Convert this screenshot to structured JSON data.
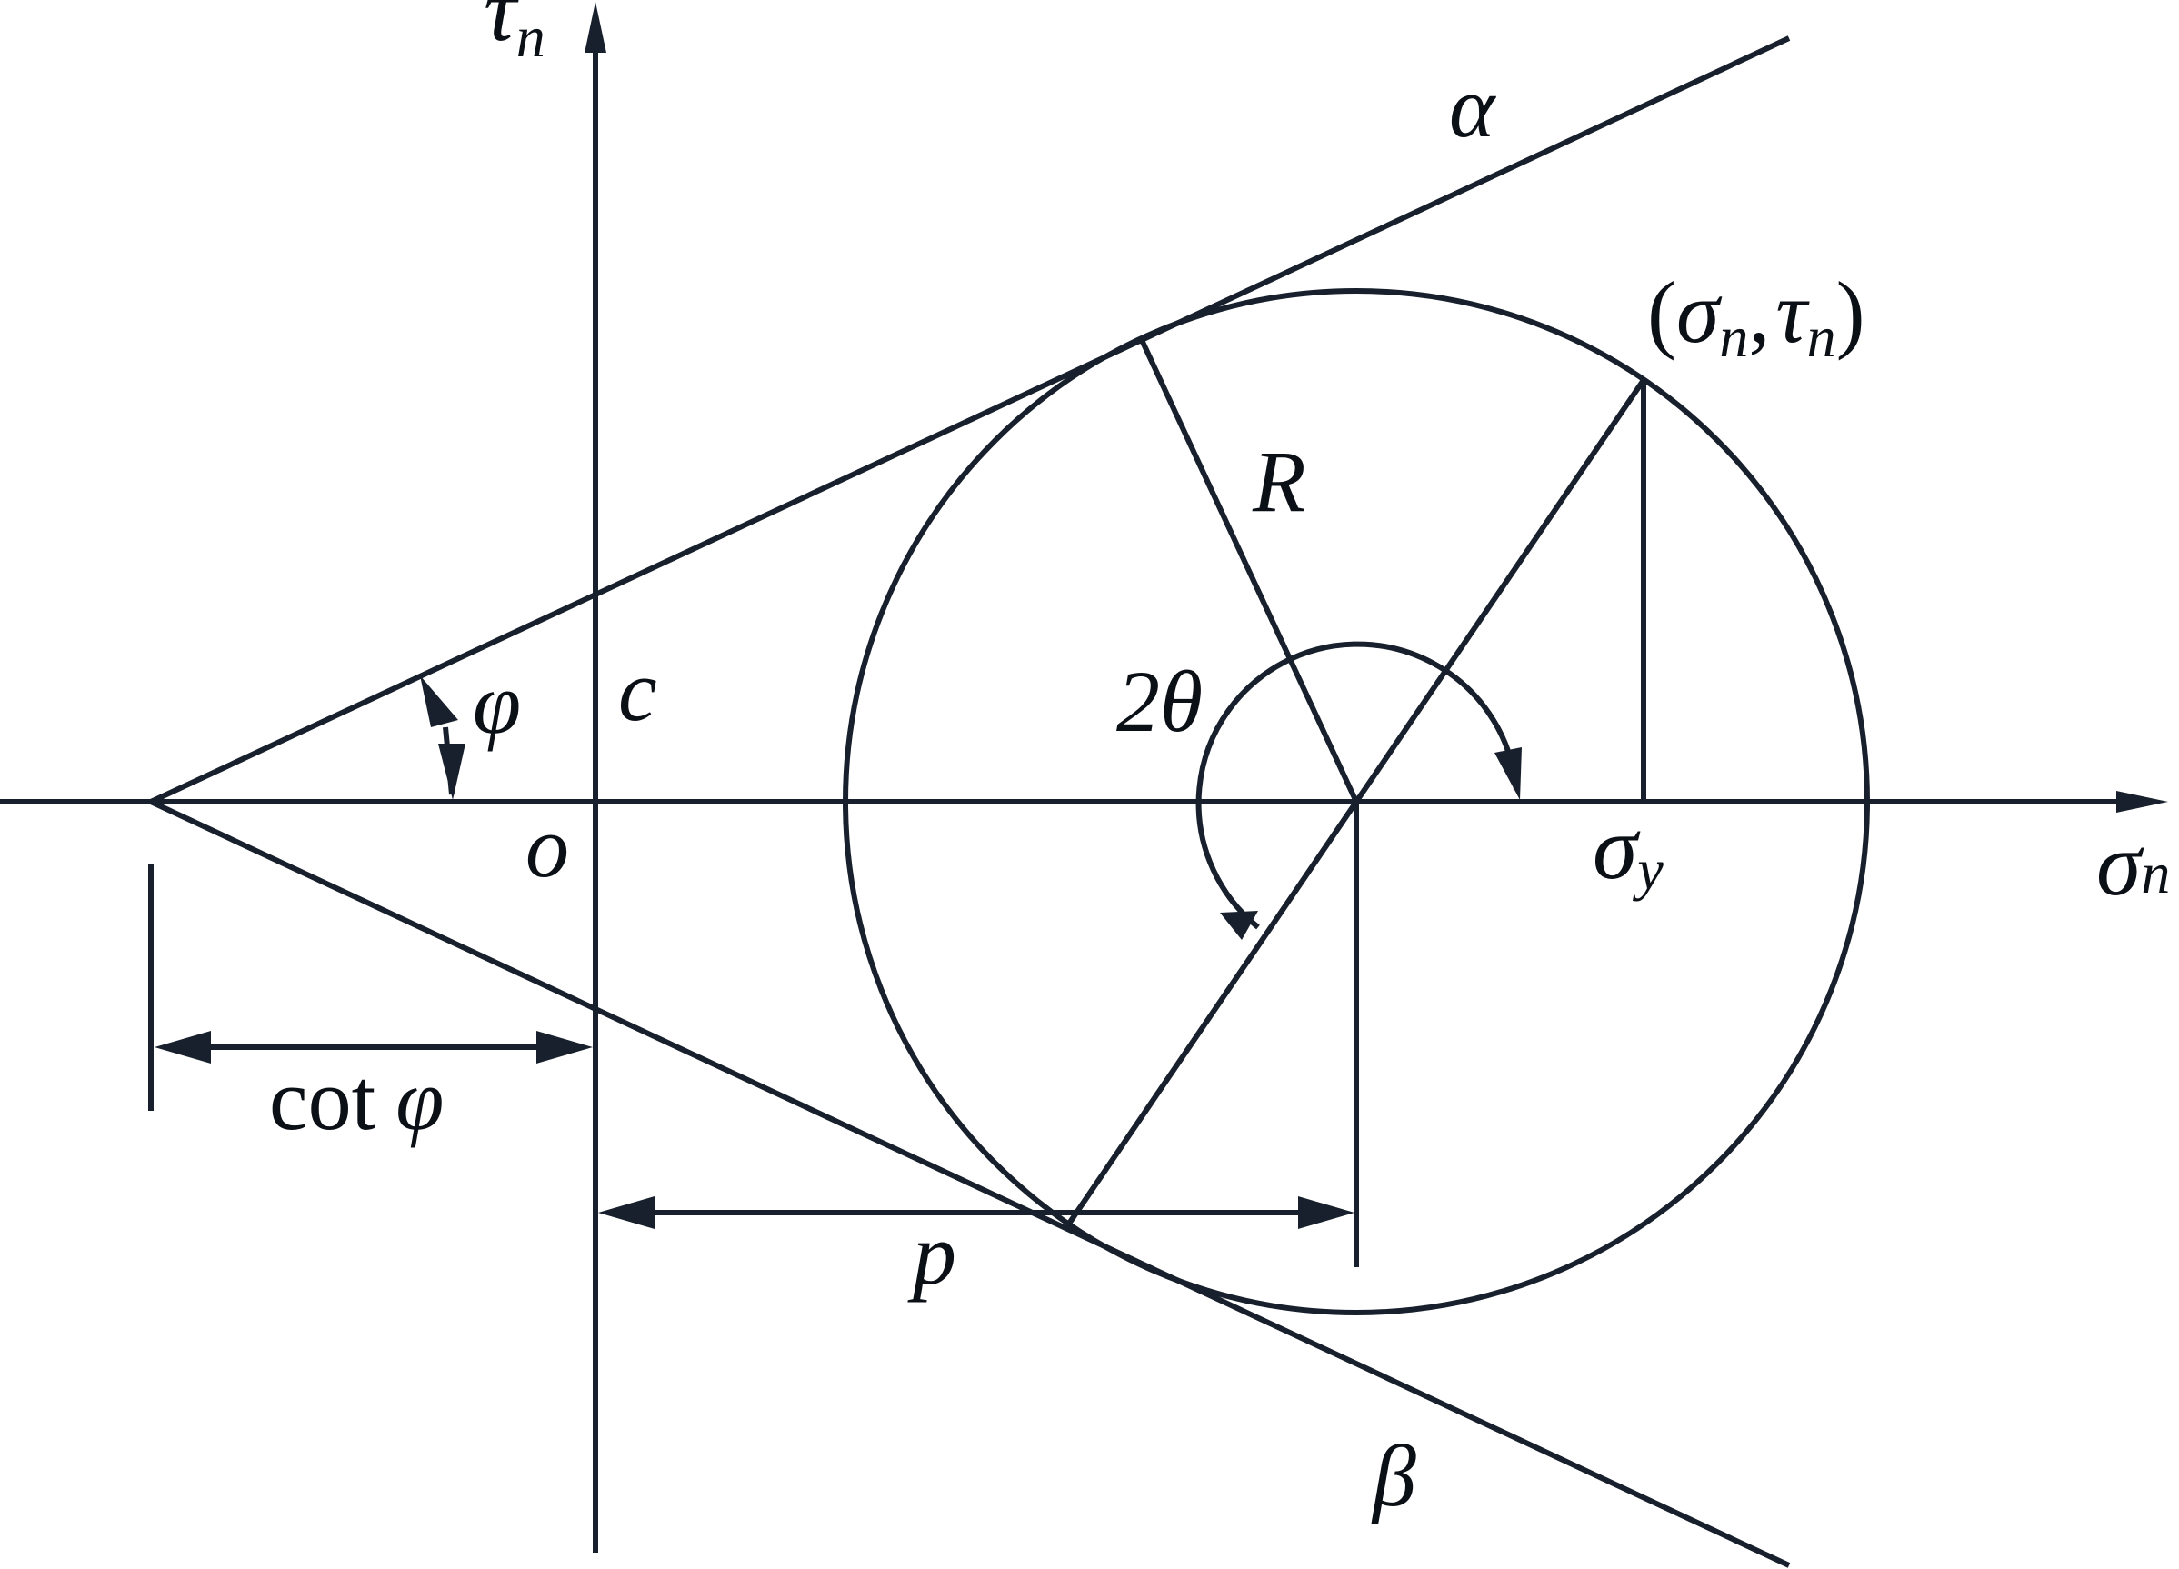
{
  "diagram": {
    "labels": {
      "tau_axis": {
        "main": "τ",
        "sub": "n"
      },
      "sigma_axis": {
        "main": "σ",
        "sub": "n"
      },
      "alpha": "α",
      "beta": "β",
      "point": {
        "open": "(",
        "s": "σ",
        "s_sub": "n",
        "comma": ",",
        "t": "τ",
        "t_sub": "n",
        "close": ")"
      },
      "radius": "R",
      "angle": "2θ",
      "phi": "φ",
      "cohesion": "c",
      "origin": "o",
      "sigma_y": {
        "main": "σ",
        "sub": "y"
      },
      "cot_phi": {
        "cot": "cot",
        "phi": "φ"
      },
      "p": "p"
    },
    "colors": {
      "stroke": "#17202c",
      "text": "#0b0f16",
      "background": "#ffffff"
    }
  }
}
